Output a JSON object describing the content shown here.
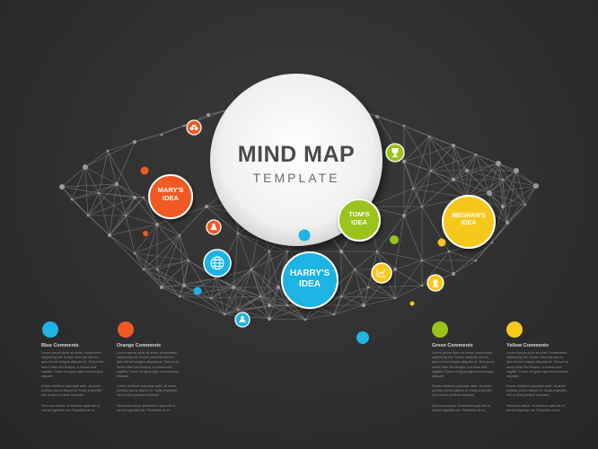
{
  "title": {
    "main": "MIND MAP",
    "sub": "TEMPLATE"
  },
  "nodes": {
    "marys": "MARY'S IDEA",
    "toms": "TOM'S IDEA",
    "harrys": "HARRY'S IDEA",
    "meghans": "MEGHAN'S IDEA"
  },
  "colors": {
    "blue": "#1fb4e3",
    "orange": "#f05a22",
    "green": "#9ac31c",
    "yellow": "#f7c81d",
    "line": "#8a8a8a",
    "background": "#303030",
    "center": "#f2f2f2"
  },
  "icons": {
    "orange_small_1": "binoculars-icon",
    "orange_small_2": "flask-icon",
    "blue_medium": "globe-icon",
    "blue_small": "flask-icon",
    "green_small": "trophy-icon",
    "yellow_medium": "chart-icon",
    "yellow_small": "chess-piece-icon"
  },
  "legend": [
    {
      "title": "Blue Comments",
      "color": "#1fb4e3",
      "paragraph1": "Lorem ipsum dolor sit amet, consectetur adipiscing elit. Donec vehicula nisi mi, quis rutrum magna aliquam at. Sed porta lacus vitae nisi tempor, a cursus erat sagittis. Fusce et ligula eget eros tempus aliquam.",
      "paragraph2": "Donec eleifend vulputate ante, sit amet porttitor purus aliquet et. Nulla imperdiet nisl ut sem pretium molestie.",
      "paragraph3": "Sed sem metus, fermentum quis elit et, rutrum egestas est. Phasellus at mi."
    },
    {
      "title": "Orange Comments",
      "color": "#f05a22",
      "paragraph1": "Lorem ipsum dolor sit amet, consectetur adipiscing elit. Donec vehicula nisi mi, quis rutrum magna aliquam at. Sed porta lacus vitae nisi tempor, a cursus erat sagittis. Fusce et ligula eget eros tempus aliquam.",
      "paragraph2": "Donec eleifend vulputate ante, sit amet porttitor purus aliquet et. Nulla imperdiet nisl ut sem pretium molestie.",
      "paragraph3": "Sed sem metus, fermentum quis elit et, rutrum egestas est. Phasellus at mi."
    },
    {
      "title": "Green Comments",
      "color": "#9ac31c",
      "paragraph1": "Lorem ipsum dolor sit amet, consectetur adipiscing elit. Donec vehicula nisi mi, quis rutrum magna aliquam at. Sed porta lacus vitae nisi tempor, a cursus erat sagittis. Fusce et ligula eget eros tempus aliquam.",
      "paragraph2": "Donec eleifend vulputate ante, sit amet porttitor purus aliquet et. Nulla imperdiet nisl ut sem pretium molestie.",
      "paragraph3": "Sed sem metus, fermentum quis elit et, rutrum egestas est. Phasellus at mi."
    },
    {
      "title": "Yellow Comments",
      "color": "#f7c81d",
      "paragraph1": "Lorem ipsum dolor sit amet, consectetur adipiscing elit. Donec vehicula nisi mi, quis rutrum magna aliquam at. Sed porta lacus vitae nisi tempor, a cursus erat sagittis. Fusce et ligula eget eros tempus aliquam.",
      "paragraph2": "Donec eleifend vulputate ante, sit amet porttitor purus aliquet et. Nulla imperdiet nisl ut sem pretium molestie.",
      "paragraph3": "Sed sem metus, fermentum quis elit et, rutrum egestas est. Phasellus at mi."
    }
  ]
}
